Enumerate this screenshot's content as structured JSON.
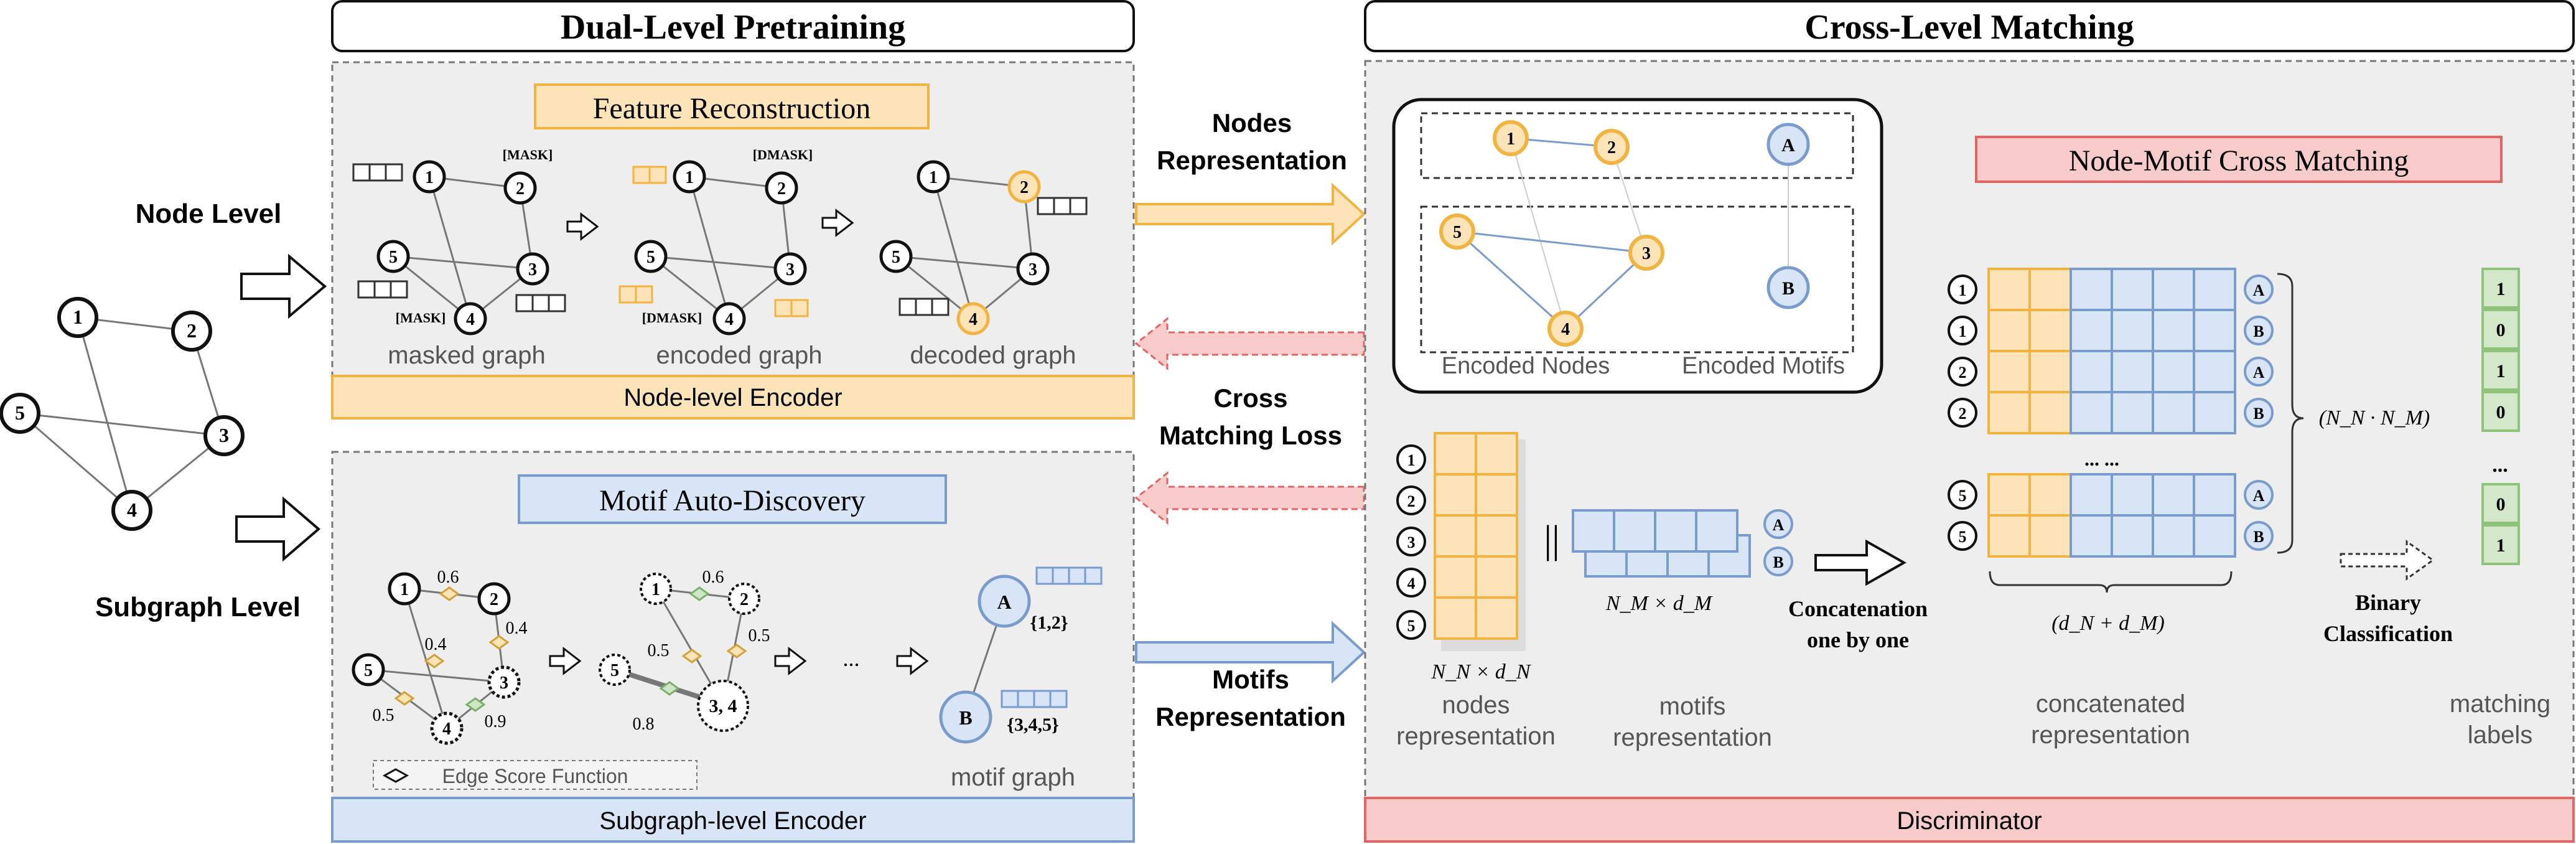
{
  "left_graph": {
    "node_level_label": "Node Level",
    "subgraph_level_label": "Subgraph Level",
    "nodes": [
      "1",
      "2",
      "3",
      "4",
      "5"
    ]
  },
  "pretraining": {
    "title": "Dual-Level Pretraining",
    "feature_reconstruction": {
      "title": "Feature Reconstruction",
      "mask_token": "[MASK]",
      "dmask_token": "[DMASK]",
      "masked_graph": "masked graph",
      "encoded_graph": "encoded graph",
      "decoded_graph": "decoded graph",
      "encoder": "Node-level Encoder"
    },
    "motif_discovery": {
      "title": "Motif Auto-Discovery",
      "scores_step1": [
        "0.6",
        "0.4",
        "0.4",
        "0.5",
        "0.9"
      ],
      "scores_step2": [
        "0.6",
        "0.5",
        "0.5",
        "0.8"
      ],
      "merged_node": "3, 4",
      "ellipsis": "...",
      "motif_a": "A",
      "motif_b": "B",
      "motif_a_set": "{1,2}",
      "motif_b_set": "{3,4,5}",
      "edge_score_legend": "Edge Score Function",
      "motif_graph": "motif graph",
      "encoder": "Subgraph-level Encoder"
    }
  },
  "middle_arrows": {
    "nodes_repr": [
      "Nodes",
      "Representation"
    ],
    "cross_loss": [
      "Cross",
      "Matching Loss"
    ],
    "motifs_repr": [
      "Motifs",
      "Representation"
    ]
  },
  "matching": {
    "title": "Cross-Level Matching",
    "encoded_nodes": "Encoded Nodes",
    "encoded_motifs": "Encoded Motifs",
    "cross_matching_title": "Node-Motif Cross Matching",
    "nodes_repr_label": [
      "nodes",
      "representation"
    ],
    "nodes_dim": "N_N × d_N",
    "parallel": "||",
    "motifs_dim": "N_M × d_M",
    "motifs_repr_label": [
      "motifs",
      "representation"
    ],
    "concat_label": [
      "Concatenation",
      "one by one"
    ],
    "concat_row_nodes": [
      "1",
      "1",
      "2",
      "2",
      "5",
      "5"
    ],
    "concat_row_motifs": [
      "A",
      "B",
      "A",
      "B",
      "A",
      "B"
    ],
    "row_ellipsis": "... ...",
    "pair_count": "(N_N · N_M)",
    "concat_dim": "(d_N + d_M)",
    "concat_repr_label": [
      "concatenated",
      "representation"
    ],
    "binary_label": [
      "Binary",
      "Classification"
    ],
    "labels": [
      "1",
      "0",
      "1",
      "0",
      "0",
      "1"
    ],
    "labels_ellipsis": "...",
    "matching_labels": [
      "matching",
      "labels"
    ],
    "discriminator": "Discriminator"
  },
  "colors": {
    "orange_fill": "#fde4b8",
    "orange_stroke": "#f2b441",
    "blue_fill": "#d7e5f6",
    "blue_stroke": "#7a9ccc",
    "pink_fill": "#f8cbcb",
    "pink_stroke": "#e06666",
    "green_fill": "#d3e8c8",
    "green_stroke": "#8fc27a"
  }
}
